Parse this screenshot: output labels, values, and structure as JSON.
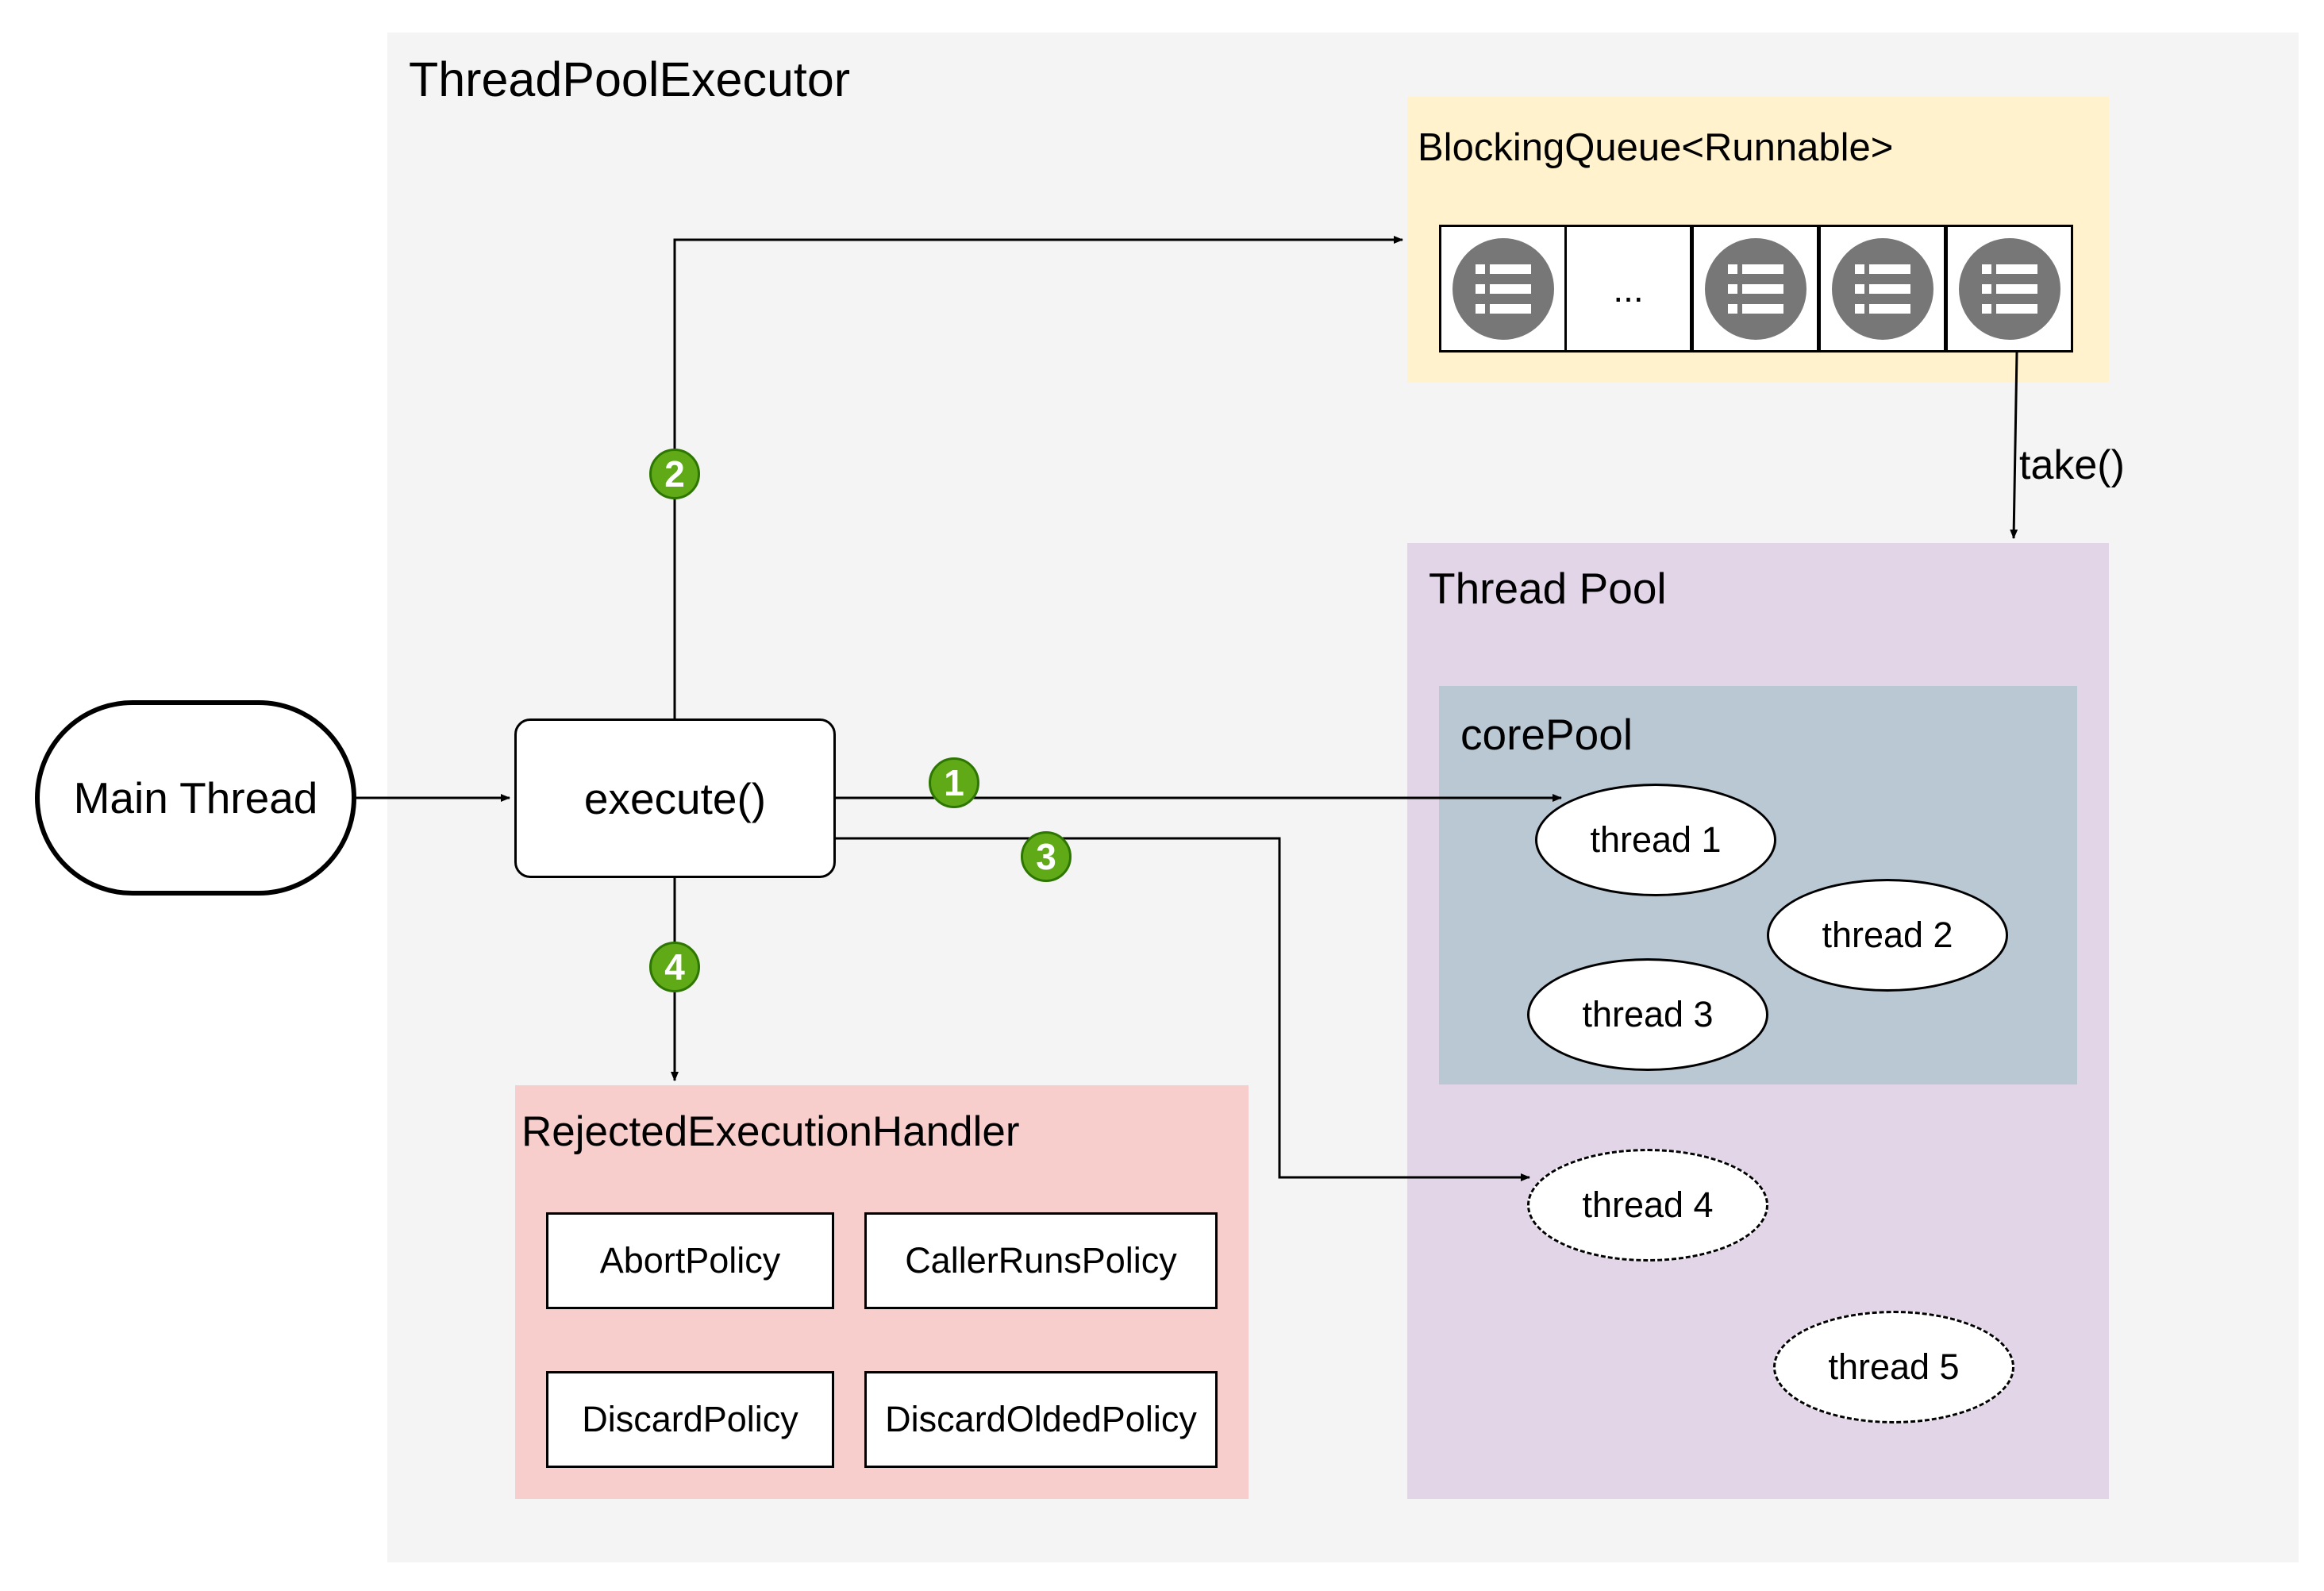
{
  "executor": {
    "title": "ThreadPoolExecutor"
  },
  "main_thread": {
    "label": "Main Thread"
  },
  "execute": {
    "label": "execute()"
  },
  "queue": {
    "title": "BlockingQueue<Runnable>",
    "slots": [
      "task",
      "...",
      "task",
      "task",
      "task"
    ],
    "slot_icon": "list-icon",
    "icon_color": "#777777"
  },
  "take_label": "take()",
  "thread_pool": {
    "title": "Thread Pool",
    "core_pool": {
      "title": "corePool",
      "threads": [
        "thread 1",
        "thread 2",
        "thread 3"
      ]
    },
    "extra_threads": [
      "thread 4",
      "thread 5"
    ]
  },
  "rejected_handler": {
    "title": "RejectedExecutionHandler",
    "policies": [
      "AbortPolicy",
      "CallerRunsPolicy",
      "DiscardPolicy",
      "DiscardOldedPolicy"
    ]
  },
  "steps": [
    "1",
    "2",
    "3",
    "4"
  ],
  "colors": {
    "executor_bg": "#f4f4f4",
    "queue_bg": "#fff2cc",
    "thread_pool_bg": "#e1d5e7",
    "core_pool_bg": "#bac8d3",
    "rejected_bg": "#f8cecc",
    "step_badge": "#60a917"
  }
}
